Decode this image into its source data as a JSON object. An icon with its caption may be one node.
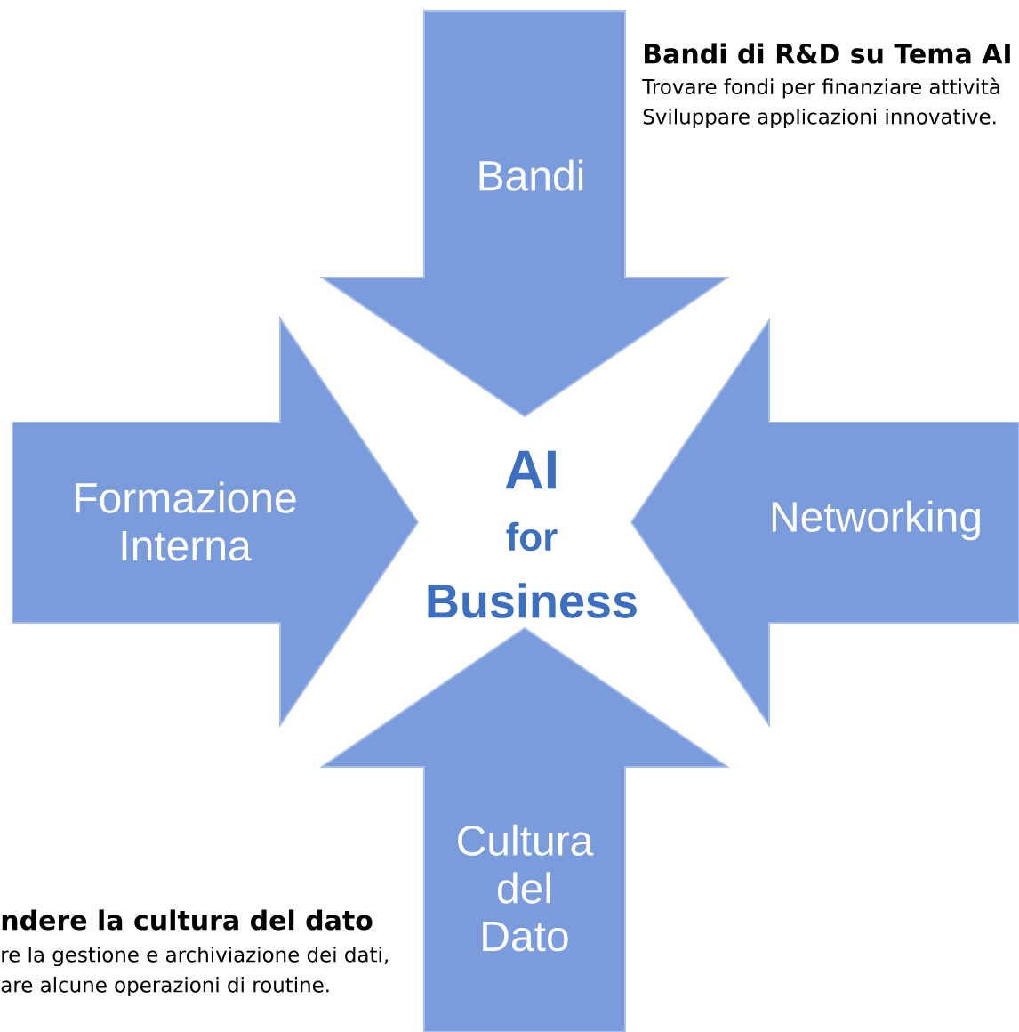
{
  "diagram": {
    "nodes": [
      {
        "text": [
          "Bandi"
        ],
        "beside": [
          "Bandi di R&D su Tema AI",
          "Trovare fondi per finanziare attività",
          "Sviluppare applicazioni innovative."
        ]
      },
      {
        "text": [
          "Formazione Interna"
        ]
      },
      {
        "text": [
          "AI",
          "for",
          "Business"
        ]
      },
      {
        "text": [
          "Networking"
        ]
      },
      {
        "text": [
          "Cultura del Dato"
        ],
        "beside": [
          "ndere la cultura del dato",
          "re la gestione e archiviazione dei dati,",
          "are alcune operazioni di routine."
        ]
      }
    ]
  }
}
